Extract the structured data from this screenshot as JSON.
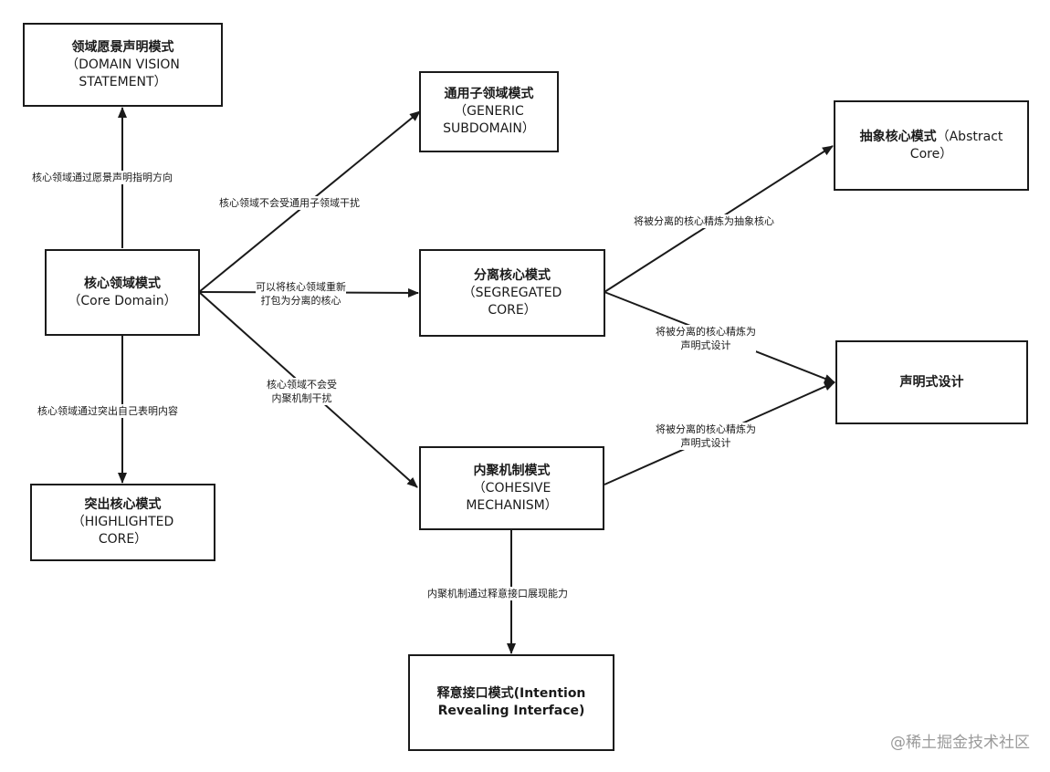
{
  "nodes": {
    "vision": {
      "title": "领域愿景声明模式",
      "sub": "（DOMAIN VISION STATEMENT）"
    },
    "generic": {
      "title": "通用子领域模式",
      "sub": "（GENERIC SUBDOMAIN）"
    },
    "abstract": {
      "title": "抽象核心模式",
      "sub": "（Abstract Core）"
    },
    "core": {
      "title": "核心领域模式",
      "sub": "（Core Domain）"
    },
    "segregated": {
      "title": "分离核心模式",
      "sub": "（SEGREGATED CORE）"
    },
    "declarative": {
      "title": "声明式设计",
      "sub": ""
    },
    "highlighted": {
      "title": "突出核心模式",
      "sub": "（HIGHLIGHTED CORE）"
    },
    "cohesive": {
      "title": "内聚机制模式",
      "sub": "（COHESIVE MECHANISM）"
    },
    "intention": {
      "title": "释意接口模式(Intention Revealing Interface)",
      "sub": ""
    }
  },
  "edges": {
    "core_vision": "核心领域通过愿景声明指明方向",
    "core_generic": "核心领域不会受通用子领域干扰",
    "core_segregated_1": "可以将核心领域重新",
    "core_segregated_2": "打包为分离的核心",
    "core_cohesive_1": "核心领域不会受",
    "core_cohesive_2": "内聚机制干扰",
    "core_highlighted": "核心领域通过突出自己表明内容",
    "segregated_abstract": "将被分离的核心精炼为抽象核心",
    "segregated_declarative_1": "将被分离的核心精炼为",
    "segregated_declarative_2": "声明式设计",
    "cohesive_declarative_1": "将被分离的核心精炼为",
    "cohesive_declarative_2": "声明式设计",
    "cohesive_intention": "内聚机制通过释意接口展现能力"
  },
  "watermark": "@稀土掘金技术社区",
  "colors": {
    "line": "#1a1a1a",
    "border": "#1a1a1a",
    "watermark": "#9a9a9a"
  }
}
